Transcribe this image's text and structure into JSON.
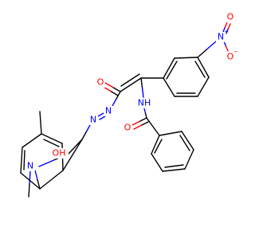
{
  "colors": {
    "bond": "#000000",
    "oxygen": "#ff0000",
    "nitrogen": "#0000ff",
    "background": "#ffffff"
  },
  "labels": {
    "nitro_n": "N",
    "nitro_n_charge": "+",
    "nitro_o_top": "O",
    "nitro_o_bottom": "O",
    "nitro_o_bottom_charge": "−",
    "acyl_o": "O",
    "azo_n1": "N",
    "azo_n2": "N",
    "amide_nh": "NH",
    "benzoyl_o": "O",
    "hydroxy": "OH",
    "indole_n": "N"
  }
}
